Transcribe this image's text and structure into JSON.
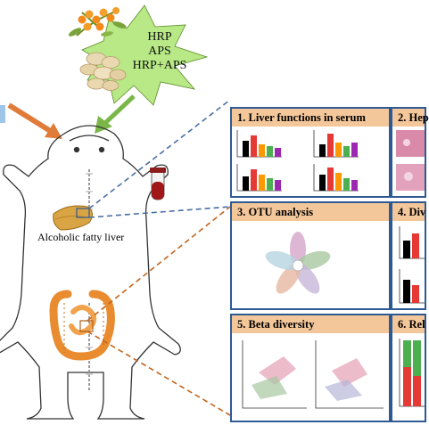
{
  "treatments": {
    "items": [
      "HRP",
      "APS",
      "HRP+APS"
    ]
  },
  "mouse": {
    "liver_label": "Alcoholic fatty liver"
  },
  "panels": {
    "liver_functions": {
      "title": "1. Liver functions in serum"
    },
    "hepatic": {
      "title": "2. Hep"
    },
    "otu": {
      "title": "3. OTU analysis"
    },
    "diversity": {
      "title": "4. Div"
    },
    "beta": {
      "title": "5. Beta diversity"
    },
    "relative": {
      "title": "6. Rel"
    }
  },
  "colors": {
    "panel_border": "#2e5a93",
    "panel_title_bg": "#f4c79a",
    "star_fill": "#b8e986",
    "arrow_orange": "#e07b39",
    "arrow_green": "#7ab648",
    "dash_blue": "#4a6fa5",
    "dash_orange": "#c4641c",
    "bar_palette": [
      "#000000",
      "#e53935",
      "#ff9800",
      "#4caf50",
      "#9c27b0"
    ]
  }
}
